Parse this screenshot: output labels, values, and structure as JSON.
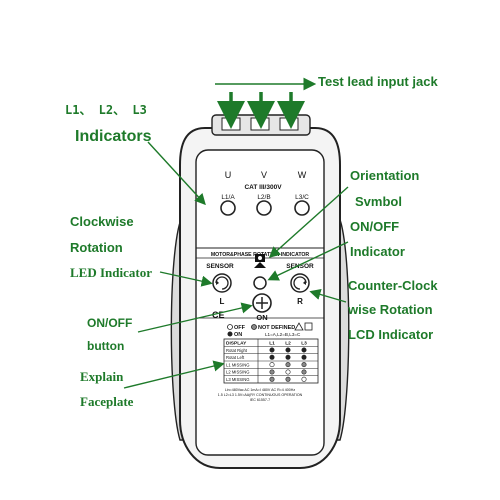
{
  "colors": {
    "callout": "#1e7a2a",
    "device_outline": "#222222",
    "device_fill": "#f4f4f4",
    "grip": "#d8d8d8"
  },
  "callouts": {
    "test_lead": "Test lead input jack",
    "phases": "L1、 L2、 L3",
    "indicators": "Indicators",
    "orientation": "Orientation",
    "symbol": "Svmbol",
    "onoff_indicator_1": "ON/OFF",
    "onoff_indicator_2": "Indicator",
    "clockwise_1": "Clockwise",
    "clockwise_2": "Rotation",
    "clockwise_3": "LED Indicator",
    "counter_1": "Counter-Clock",
    "counter_2": "wise Rotation",
    "counter_3": "LCD Indicator",
    "onoff_button_1": "ON/OFF",
    "onoff_button_2": "button",
    "explain_1": "Explain",
    "explain_2": "Faceplate"
  },
  "device": {
    "terminals": [
      "U",
      "V",
      "W"
    ],
    "inputs": [
      "L1/A",
      "L2/B",
      "L3/C"
    ],
    "rating": "CAT III/300V",
    "panel_title": "MOTOR&PHASE ROTATION INDICATOR",
    "sensor_left": "SENSOR",
    "sensor_right": "SENSOR",
    "left_label": "L",
    "right_label": "R",
    "on_label": "ON",
    "ce_mark": "CE",
    "legend_off": "OFF",
    "legend_on": "ON",
    "legend_not_defined": "NOT DEFINED",
    "legend_note": "L1=A,L2=B,L3=C",
    "table_rows": [
      "DISPLAY",
      "Rotat Right",
      "Rotat Left",
      "L1 MISSING",
      "L2 MISSING",
      "L3 MISSING"
    ],
    "table_cols": [
      "L1",
      "L2",
      "L3"
    ],
    "footer_1": "Lin=480Vac AC 1mA=I  480V AC  R=4    400Hz",
    "footer_2": "1.5 L2=L3 1.5V=AA(RY CONTINUOUS OPERATION",
    "footer_3": "IEC 61557-7"
  }
}
